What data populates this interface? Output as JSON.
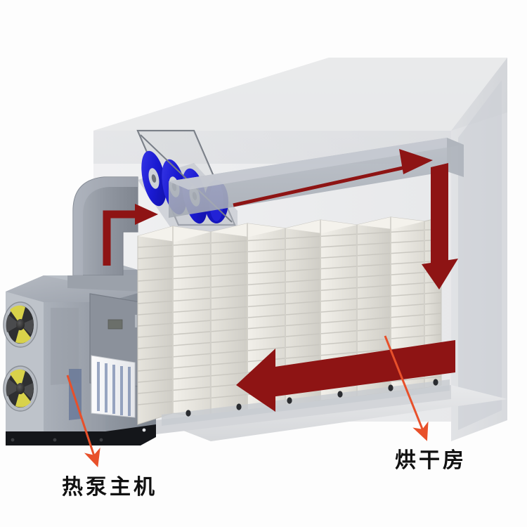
{
  "figure": {
    "type": "technical-illustration",
    "subject": "heat-pump drying room airflow diagram",
    "background_color": "#fdfdfd"
  },
  "labels": {
    "heat_pump": "热泵主机",
    "dry_room": "烘干房"
  },
  "colors": {
    "background": "#fdfdfd",
    "room_glass": "#d8dadd",
    "room_edge": "#c3c6ca",
    "machine_body": "#8d939d",
    "machine_body_dark": "#6f757f",
    "machine_top": "#a7adb6",
    "duct": "#9aa0a9",
    "fan_blue": "#1a1ad2",
    "fan_blue_dark": "#1212a8",
    "rack_cream": "#ebe9e2",
    "rack_shadow": "#cfcec7",
    "arrow_red": "#8e1414",
    "arrow_red_light": "#a02020",
    "pointer_orange": "#e8502a",
    "fan_blade_yellow": "#e8e020",
    "fan_blade_dark": "#3a3a3a",
    "floor": "#e2e3e5",
    "label_text": "#111111"
  },
  "components": {
    "heat_pump_unit": {
      "name": "热泵主机",
      "fan_count": 2,
      "has_grille": true,
      "has_control_panel": true
    },
    "duct_elbow": {
      "name": "air duct elbow",
      "shape": "L"
    },
    "circulation_fans": {
      "name": "circulation fan bank",
      "count": 4,
      "color": "#1a1ad2"
    },
    "drying_racks": {
      "name": "drying trolley racks",
      "column_count": 6,
      "shelf_count": 16
    },
    "ceiling_baffle": {
      "name": "ceiling air baffle panel"
    },
    "door_panel": {
      "name": "drying room door"
    }
  },
  "airflow_arrows": [
    {
      "id": "arrow-duct-up",
      "direction": "up-right",
      "color": "#8e1414",
      "style": "elbow"
    },
    {
      "id": "arrow-ceiling-right",
      "direction": "right",
      "color": "#8e1414",
      "style": "thin"
    },
    {
      "id": "arrow-right-down",
      "direction": "down",
      "color": "#8e1414",
      "style": "block"
    },
    {
      "id": "arrow-floor-left",
      "direction": "left",
      "color": "#8e1414",
      "style": "block"
    }
  ],
  "pointers": [
    {
      "id": "pointer-heat-pump",
      "target": "热泵主机",
      "color": "#e8502a"
    },
    {
      "id": "pointer-dry-room",
      "target": "烘干房",
      "color": "#e8502a"
    }
  ]
}
